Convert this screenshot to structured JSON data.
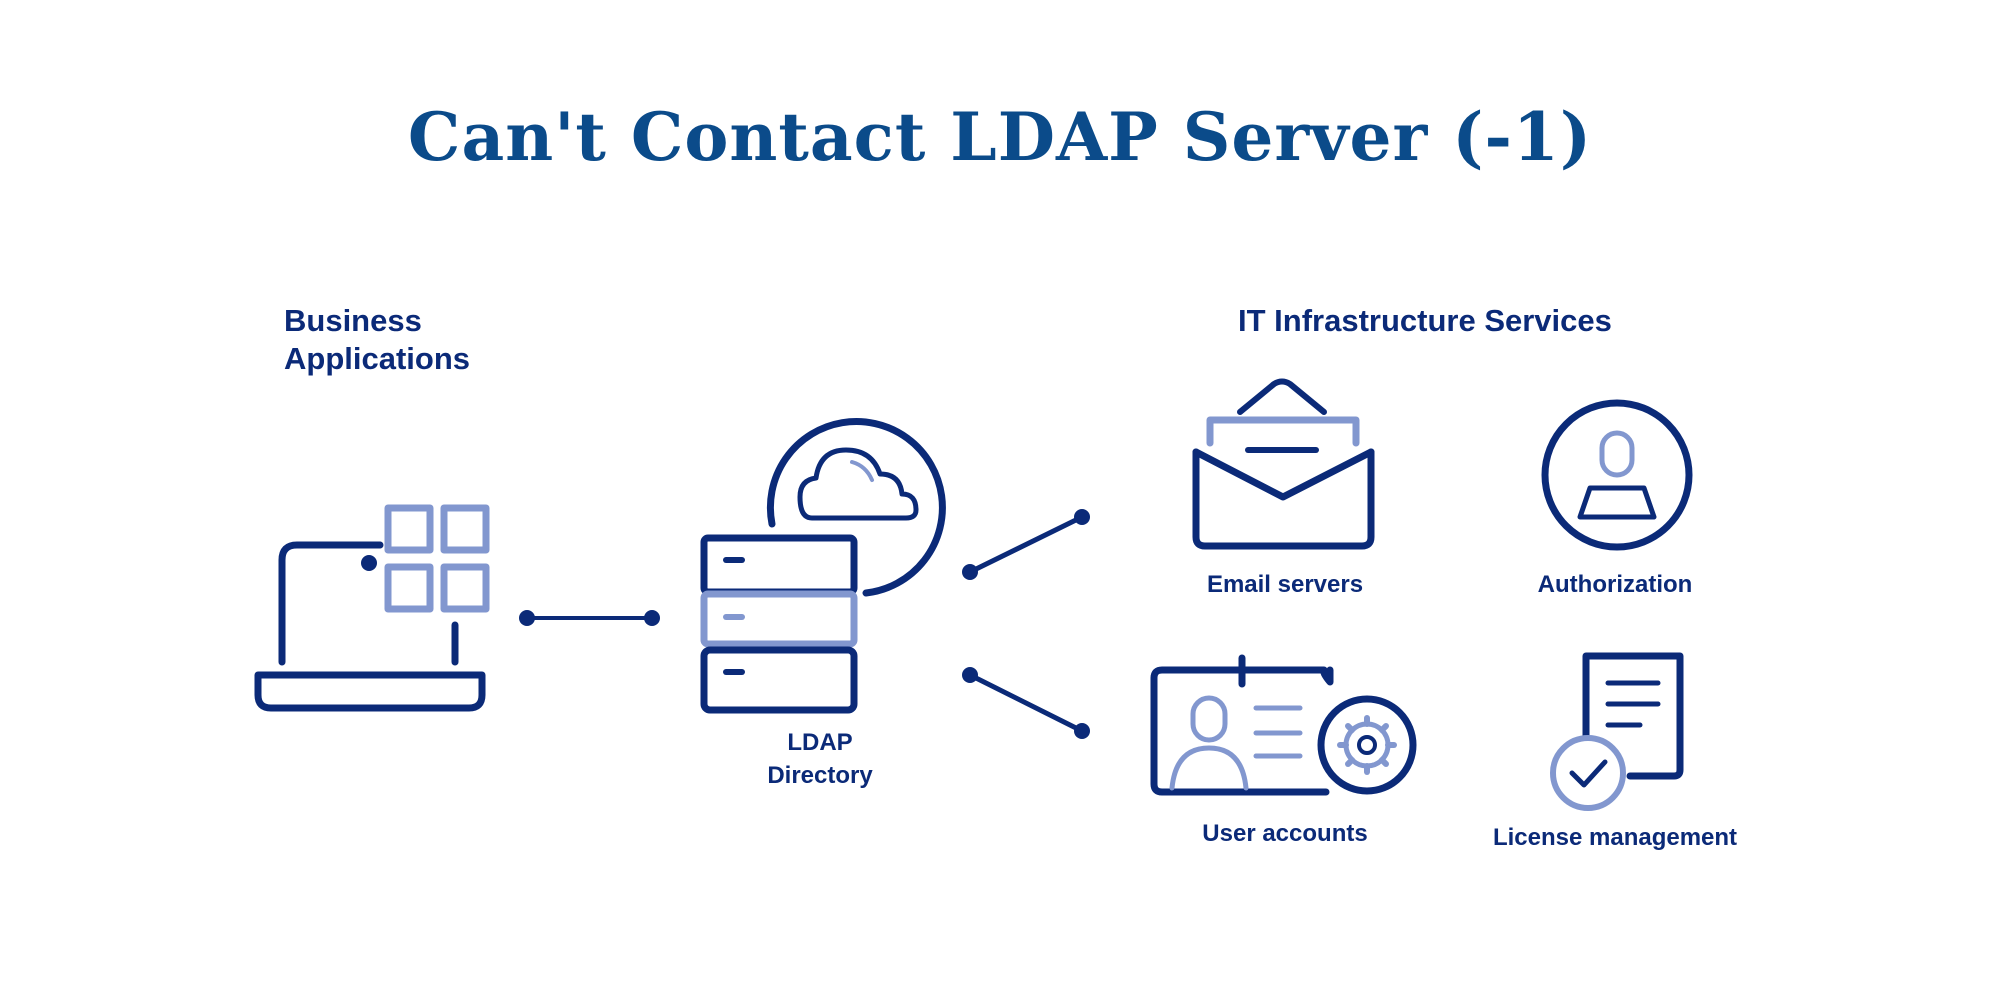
{
  "title": "Can't Contact LDAP Server (-1)",
  "left_section": {
    "line1": "Business",
    "line2": "Applications"
  },
  "right_section": {
    "heading": "IT Infrastructure Services"
  },
  "center": {
    "line1": "LDAP",
    "line2": "Directory"
  },
  "services": {
    "email": "Email servers",
    "auth": "Authorization",
    "users": "User accounts",
    "license": "License management"
  },
  "colors": {
    "dark": "#0b2a78",
    "light": "#8297cf",
    "title": "#0b4b8a"
  }
}
